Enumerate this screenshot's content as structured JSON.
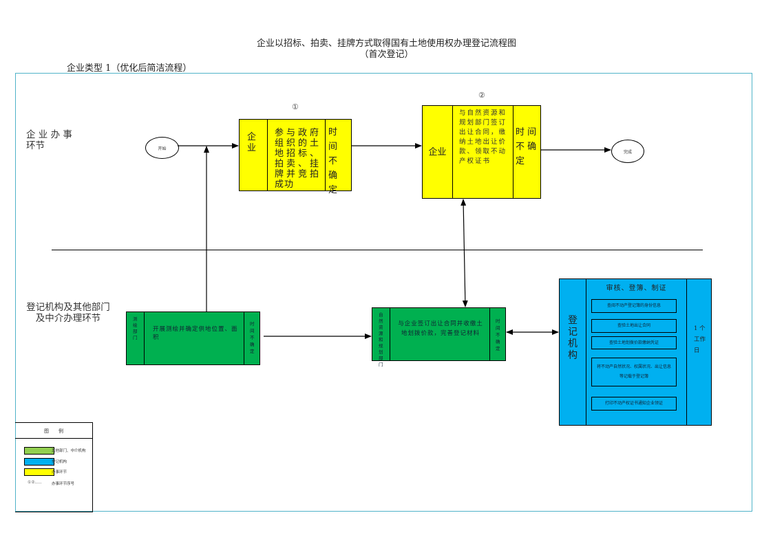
{
  "header": {
    "title": "企业以招标、拍卖、挂牌方式取得国有土地使用权办理登记流程图",
    "subtitle": "（首次登记）",
    "category": "企业类型 1（优化后简洁流程）"
  },
  "lanes": {
    "top_line1": "企 业 办 事",
    "top_line2": "环节",
    "bottom_line1": "登记机构及其他部门",
    "bottom_line2": "及中介办理环节"
  },
  "nodes": {
    "start": "开始",
    "end": "完成",
    "step1": {
      "number": "①",
      "actor": "企业",
      "description": "参与政府组织的土地招标、拍卖、挂牌并竞拍成功",
      "time": "时 间 不 确 定"
    },
    "step2": {
      "number": "②",
      "actor": "企业",
      "description": "与自然资源和规划部门签订出让合同，缴纳土地出让价款、领取不动产权证书",
      "time": "时 间 不 确 定"
    },
    "survey": {
      "actor": "测绘部门",
      "description": "开展测绘并确定供地位置、面积",
      "time": "时间不确定"
    },
    "resource_dept": {
      "actor": "自然资源和规划部门",
      "description": "与企业签订出让合同并收缴土地划拨价款，完善登记材料",
      "time": "时间不确定"
    },
    "registry": {
      "actor": "登记机构",
      "header": "审核、登簿、制证",
      "time": "1 个 工作 日",
      "tasks": [
        "查阅不动产登记簿的身份信息",
        "查验土地出让合同",
        "查验土地划拨价款缴纳凭证",
        "将不动产自然状况、权属状况、出让信息等记载于登记簿",
        "打印不动产权证书通知企业领证"
      ]
    }
  },
  "legend": {
    "title": "图　　例",
    "items": [
      {
        "label": "其他部门、中介机构",
        "color": "#92d050"
      },
      {
        "label": "登记机构",
        "color": "#00b0f0"
      },
      {
        "label": "办事环节",
        "color": "#ffff00"
      }
    ],
    "numbering_symbol": "①②.....",
    "numbering_label": "办事环节序号"
  },
  "colors": {
    "yellow": "#ffff00",
    "green": "#00b050",
    "blue": "#00b0f0",
    "frame": "#4fb3c8"
  }
}
